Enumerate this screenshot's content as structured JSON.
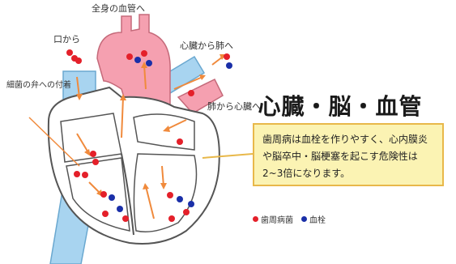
{
  "title": "心臓・脳・血管",
  "description": "歯周病は血栓を作りやすく、心内膜炎や脳卒中・脳梗塞を起こす危険性は2~3倍になります。",
  "labels": {
    "to_body": "全身の血管へ",
    "from_mouth": "口から",
    "heart_to_lung": "心臓から肺へ",
    "lung_to_heart": "肺から心臓へ",
    "bacteria_valve": "細菌の弁への付着"
  },
  "legend": {
    "bacteria": "歯周病菌",
    "clot": "血栓"
  },
  "colors": {
    "bacteria": "#e4202a",
    "clot": "#1a2fa8",
    "artery": "#f5a0b0",
    "vein": "#a8d4f0",
    "arrow": "#f08a3c",
    "callout_bg": "#fbf3b3",
    "callout_border": "#e8b84a"
  }
}
